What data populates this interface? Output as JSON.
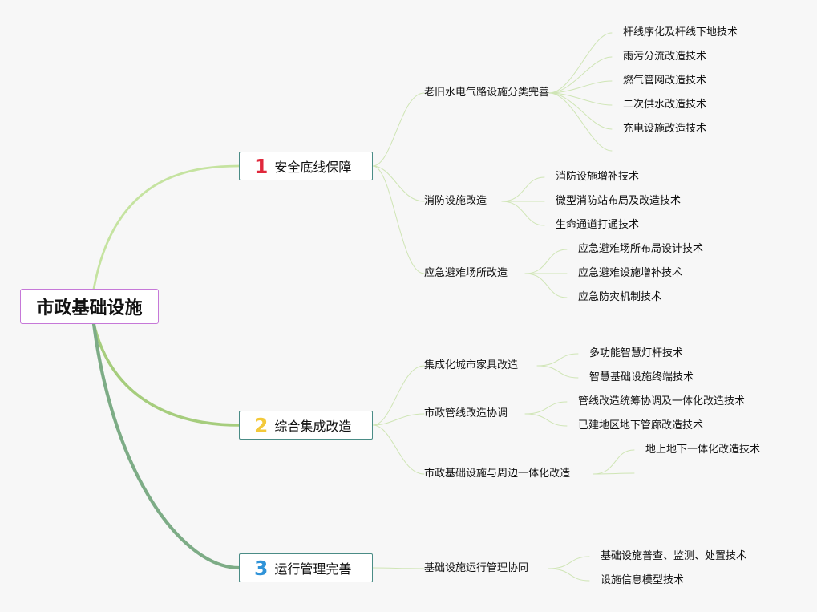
{
  "colors": {
    "root_border": "#c678d8",
    "main_border": "#4a8c86",
    "branch_1": "#c5e3a0",
    "branch_2": "#a6cd7d",
    "branch_3": "#7dac86",
    "num_1": "#e0283c",
    "num_2": "#f3c93a",
    "num_3": "#2f93d8"
  },
  "root": {
    "label": "市政基础设施"
  },
  "branches": [
    {
      "num": "1",
      "label": "安全底线保障",
      "subs": [
        {
          "label": "老旧水电气路设施分类完善",
          "leaves": [
            "杆线序化及杆线下地技术",
            "雨污分流改造技术",
            "燃气管网改造技术",
            "二次供水改造技术",
            "充电设施改造技术",
            ""
          ]
        },
        {
          "label": "消防设施改造",
          "leaves": [
            "消防设施增补技术",
            "微型消防站布局及改造技术",
            "生命通道打通技术"
          ]
        },
        {
          "label": "应急避难场所改造",
          "leaves": [
            "应急避难场所布局设计技术",
            "应急避难设施增补技术",
            "应急防灾机制技术"
          ]
        }
      ]
    },
    {
      "num": "2",
      "label": "综合集成改造",
      "subs": [
        {
          "label": "集成化城市家具改造",
          "leaves": [
            "多功能智慧灯杆技术",
            "智慧基础设施终端技术"
          ]
        },
        {
          "label": "市政管线改造协调",
          "leaves": [
            "管线改造统筹协调及一体化改造技术",
            "已建地区地下管廊改造技术"
          ]
        },
        {
          "label": "市政基础设施与周边一体化改造",
          "leaves": [
            "地上地下一体化改造技术",
            ""
          ]
        }
      ]
    },
    {
      "num": "3",
      "label": "运行管理完善",
      "subs": [
        {
          "label": "基础设施运行管理协同",
          "leaves": [
            "基础设施普查、监测、处置技术",
            "设施信息模型技术"
          ]
        }
      ]
    }
  ]
}
